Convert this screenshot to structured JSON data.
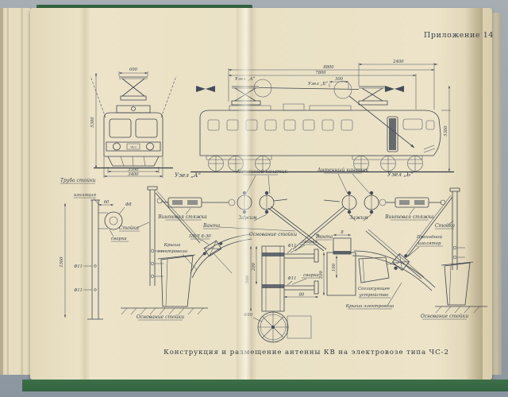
{
  "page": {
    "header": "Приложение 14",
    "caption": "Конструкция и размещение антенны КВ на электровозе типа ЧС-2"
  },
  "colors": {
    "cover_green": "#3c7048",
    "page_cream": "#eae1c5",
    "ink": "#3c4450",
    "background_gray": "#9aa3aa"
  },
  "front_view": {
    "dim_top": "600",
    "dim_height": "5300",
    "dim_width_inner": "3100",
    "dim_width_outer": "3400",
    "plate": "ЧС2"
  },
  "side_view": {
    "dim_len_outer": "8800",
    "dim_len_inner": "7800",
    "dim_offset": "300",
    "dim_cab": "2400",
    "dim_height": "5300",
    "node_a": "Узел „А“",
    "node_b": "Узел „Б“"
  },
  "detail_pipe": {
    "title": "Труба стойки",
    "insulation": "изоляция",
    "weld": "сварка",
    "dim_60": "60",
    "dim_d8": "Ф8",
    "dim_len": "1500",
    "dim_d11": "Ф11"
  },
  "detail_node_a": {
    "title": "Узел „А“",
    "cord": "Антенный канатик",
    "turnbuckle": "Винтовая стяжка",
    "clamp": "Зажим",
    "post": "Стойка",
    "guy": "Ванта"
  },
  "detail_node_b": {
    "title": "Узел „Б“",
    "cord": "Антенный канатик",
    "turnbuckle": "Винтовая стяжка",
    "clamp": "Зажим",
    "post": "Стойка",
    "guy": "Ванта"
  },
  "detail_base": {
    "title": "Основание стойки",
    "weld": "сварка",
    "dim_d11": "Ф11",
    "dim_500": "500",
    "dim_200": "200",
    "dim_100": "100",
    "dim_80": "80",
    "dim_8": "8",
    "dim_d80": "Ф80"
  },
  "detail_roof_left": {
    "clamp_type": "ПВЛ 8-30",
    "roof_line1": "Крыша",
    "roof_line2": "электровоза",
    "base": "Основание стойки"
  },
  "detail_roof_right": {
    "insulator_line1": "Проходной",
    "insulator_line2": "изолятор",
    "matcher_line1": "Согласующее",
    "matcher_line2": "устройство",
    "roof": "Крыша электровоза",
    "base": "Основание стойки"
  }
}
